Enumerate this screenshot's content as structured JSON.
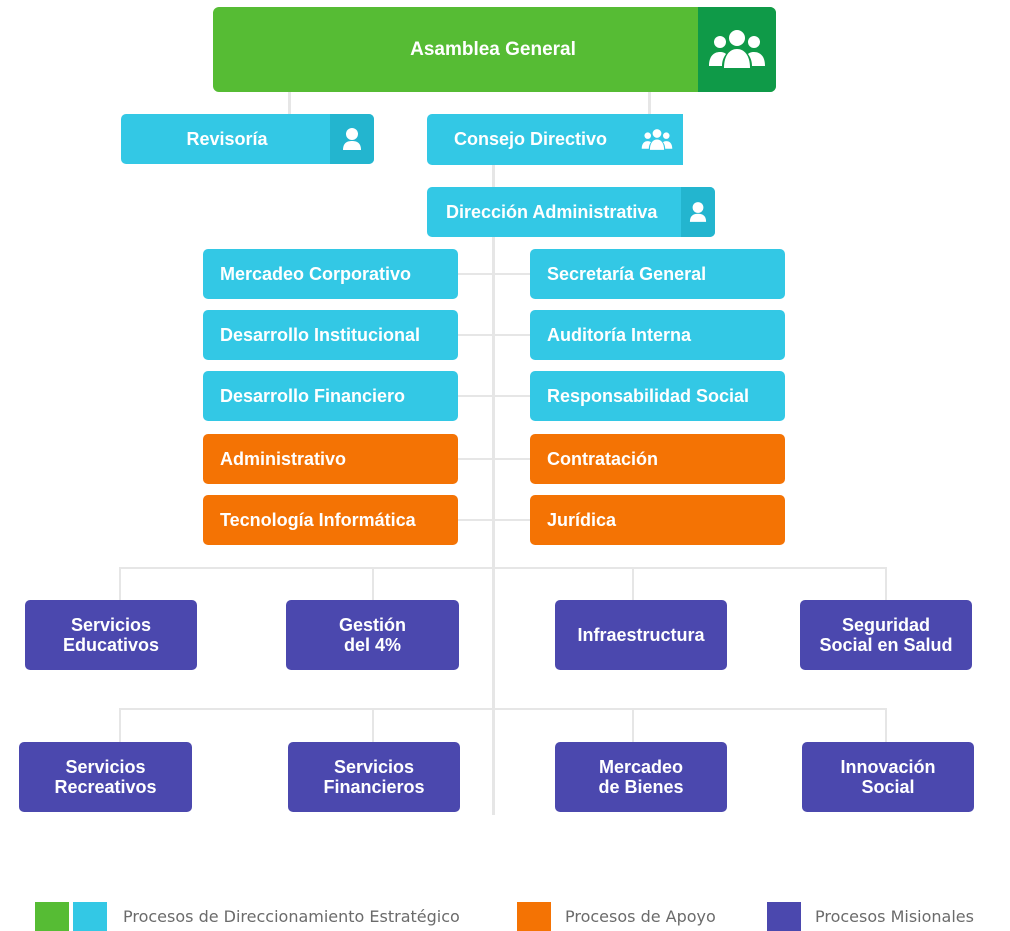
{
  "top": {
    "title": "Asamblea General",
    "icon": "group-icon"
  },
  "second_row": {
    "revisoria": {
      "label": "Revisoría",
      "icon": "user-icon"
    },
    "consejo": {
      "label": "Consejo Directivo",
      "icon": "group-icon"
    }
  },
  "direccion": {
    "label": "Dirección Administrativa",
    "icon": "user-icon"
  },
  "left_column": [
    {
      "label": "Mercadeo Corporativo",
      "kind": "estrategico"
    },
    {
      "label": "Desarrollo Institucional",
      "kind": "estrategico"
    },
    {
      "label": "Desarrollo Financiero",
      "kind": "estrategico"
    },
    {
      "label": "Administrativo",
      "kind": "apoyo"
    },
    {
      "label": "Tecnología Informática",
      "kind": "apoyo"
    }
  ],
  "right_column": [
    {
      "label": "Secretaría General",
      "kind": "estrategico"
    },
    {
      "label": "Auditoría Interna",
      "kind": "estrategico"
    },
    {
      "label": "Responsabilidad Social",
      "kind": "estrategico"
    },
    {
      "label": "Contratación",
      "kind": "apoyo"
    },
    {
      "label": "Jurídica",
      "kind": "apoyo"
    }
  ],
  "misional_row1": [
    "Servicios\nEducativos",
    "Gestión\ndel 4%",
    "Infraestructura",
    "Seguridad\nSocial en Salud"
  ],
  "misional_row2": [
    "Servicios\nRecreativos",
    "Servicios\nFinancieros",
    "Mercadeo\nde Bienes",
    "Innovación\nSocial"
  ],
  "legend": [
    {
      "label": "Procesos de Direccionamiento Estratégico",
      "colors": [
        "#56bc34",
        "#33c8e5"
      ]
    },
    {
      "label": "Procesos de Apoyo",
      "colors": [
        "#f47304"
      ]
    },
    {
      "label": "Procesos Misionales",
      "colors": [
        "#4b48ae"
      ]
    }
  ],
  "colors": {
    "green": "#56bc34",
    "green_dark": "#0f9a48",
    "cyan": "#33c8e5",
    "cyan_dark": "#23b5cf",
    "orange": "#f47304",
    "purple": "#4b48ae"
  }
}
